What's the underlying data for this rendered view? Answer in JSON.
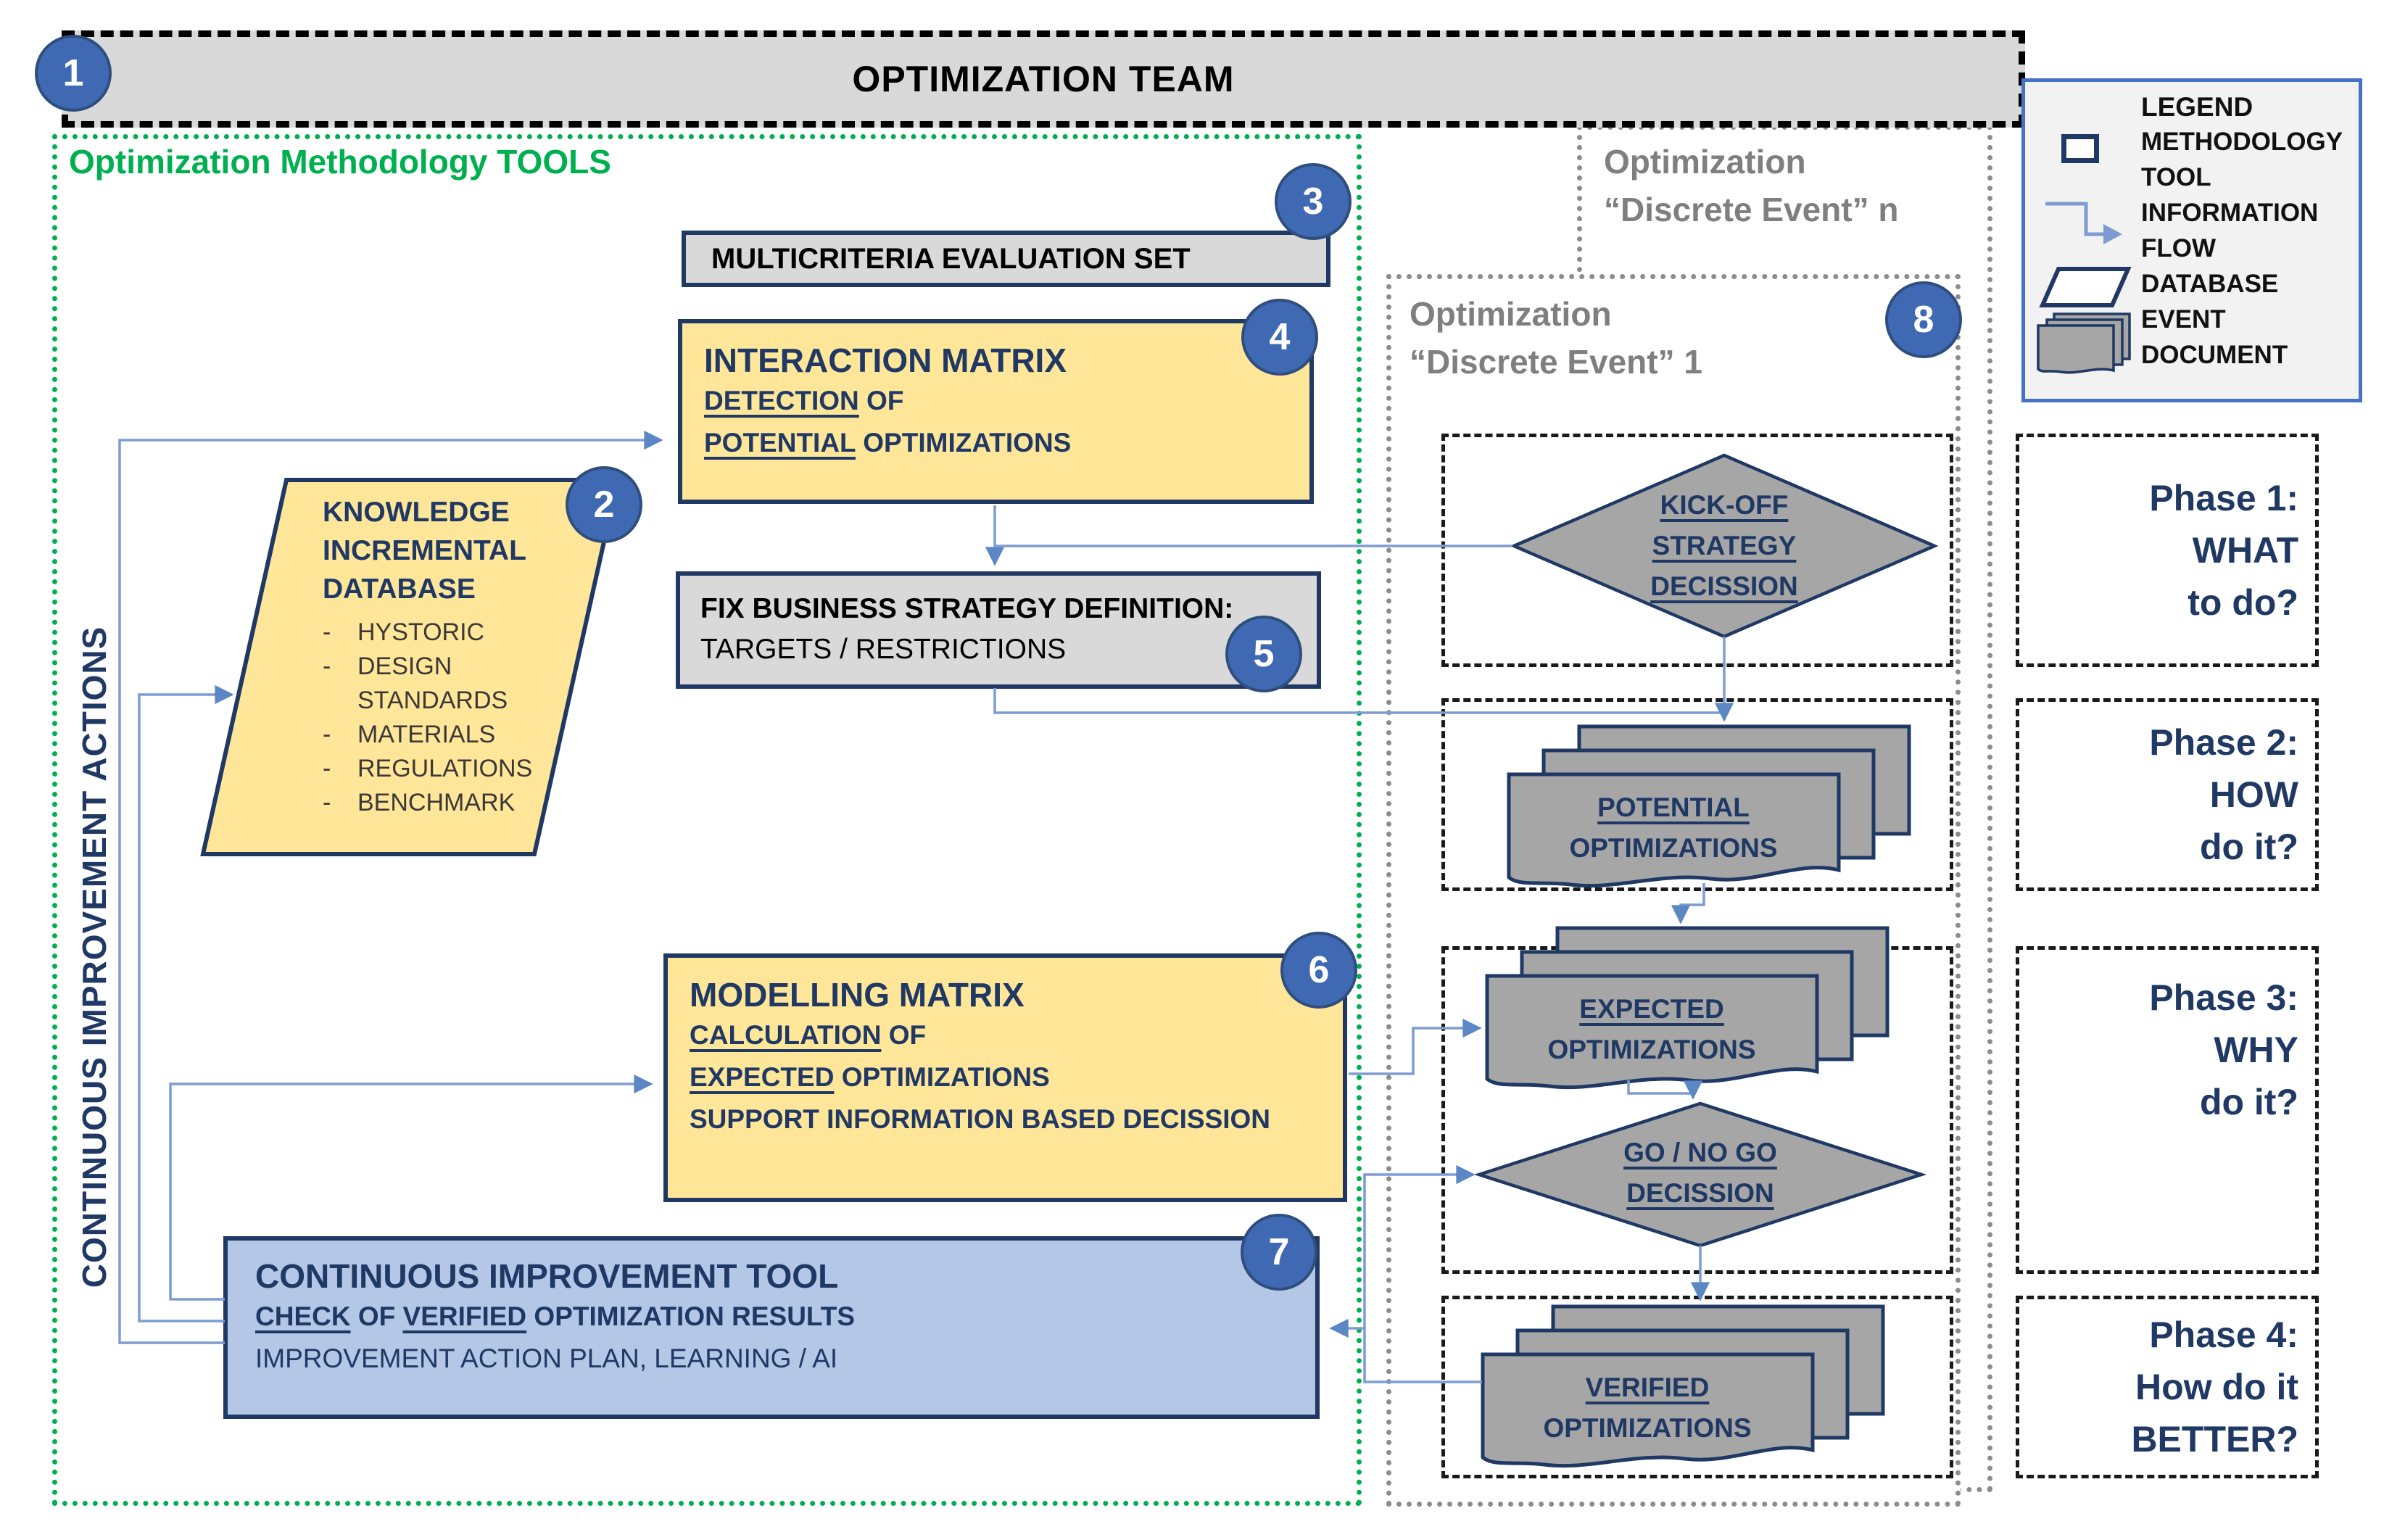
{
  "header": {
    "badge": "1",
    "title": "OPTIMIZATION TEAM"
  },
  "tools_frame": {
    "label": "Optimization Methodology TOOLS",
    "side_label": "CONTINUOUS IMPROVEMENT ACTIONS"
  },
  "multicriteria": {
    "badge": "3",
    "label": "MULTICRITERIA EVALUATION SET"
  },
  "interaction": {
    "badge": "4",
    "title": "INTERACTION MATRIX",
    "line2_underlined": "DETECTION",
    "line2_rest": " OF",
    "line3_underlined": "POTENTIAL",
    "line3_rest": " OPTIMIZATIONS"
  },
  "knowledge": {
    "badge": "2",
    "title_line1": "KNOWLEDGE",
    "title_line2": "INCREMENTAL",
    "title_line3": "DATABASE",
    "items": [
      "HYSTORIC",
      "DESIGN STANDARDS",
      "MATERIALS",
      "REGULATIONS",
      "BENCHMARK"
    ]
  },
  "fix_strategy": {
    "badge": "5",
    "line1": "FIX BUSINESS STRATEGY DEFINITION:",
    "line2": "TARGETS / RESTRICTIONS"
  },
  "modelling": {
    "badge": "6",
    "title": "MODELLING MATRIX",
    "line2_underlined": "CALCULATION",
    "line2_rest": " OF",
    "line3_underlined": "EXPECTED",
    "line3_rest": " OPTIMIZATIONS",
    "line4": "SUPPORT INFORMATION BASED DECISSION"
  },
  "ci_tool": {
    "badge": "7",
    "title": "CONTINUOUS IMPROVEMENT TOOL",
    "line2_u1": "CHECK",
    "line2_mid": " OF ",
    "line2_u2": "VERIFIED",
    "line2_rest": " OPTIMIZATION RESULTS",
    "line3": "IMPROVEMENT ACTION PLAN,  LEARNING / AI"
  },
  "discrete_events": {
    "badge": "8",
    "event_n_line1": "Optimization",
    "event_n_line2": "“Discrete Event” n",
    "event_1_line1": "Optimization",
    "event_1_line2": "“Discrete Event”  1"
  },
  "kickoff_decision": {
    "line1": "KICK-OFF",
    "line2": "STRATEGY",
    "line3": "DECISSION"
  },
  "go_nogo_decision": {
    "line1": "GO / NO GO",
    "line2": "DECISSION"
  },
  "documents": {
    "potential": {
      "line1": "POTENTIAL",
      "line2": "OPTIMIZATIONS"
    },
    "expected": {
      "line1": "EXPECTED",
      "line2": "OPTIMIZATIONS"
    },
    "verified": {
      "line1": "VERIFIED",
      "line2": "OPTIMIZATIONS"
    }
  },
  "phases": [
    {
      "title": "Phase 1:",
      "line1": "WHAT",
      "line2": "to do?"
    },
    {
      "title": "Phase 2:",
      "line1": "HOW",
      "line2": "do it?"
    },
    {
      "title": "Phase 3:",
      "line1": "WHY",
      "line2": "do it?"
    },
    {
      "title": "Phase 4:",
      "line1": "How do it",
      "line2": "BETTER?"
    }
  ],
  "legend": {
    "title": "LEGEND",
    "items": [
      {
        "icon": "methodology-tool-icon",
        "line1": "METHODOLOGY",
        "line2": "TOOL"
      },
      {
        "icon": "information-flow-icon",
        "line1": "INFORMATION",
        "line2": "FLOW"
      },
      {
        "icon": "database-icon",
        "line1": "DATABASE",
        "line2": ""
      },
      {
        "icon": "event-document-icon",
        "line1": "EVENT",
        "line2": "DOCUMENT"
      }
    ]
  },
  "colors": {
    "navy": "#1F3864",
    "yellow_fill": "#FFE699",
    "blue_fill": "#B4C7E7",
    "gray_fill": "#D9D9D9",
    "shape_gray": "#A6A6A6",
    "green_accent": "#00B050",
    "badge_blue": "#3F6AB3",
    "flow_line": "#7E9CD1",
    "legend_border": "#4472C4"
  }
}
